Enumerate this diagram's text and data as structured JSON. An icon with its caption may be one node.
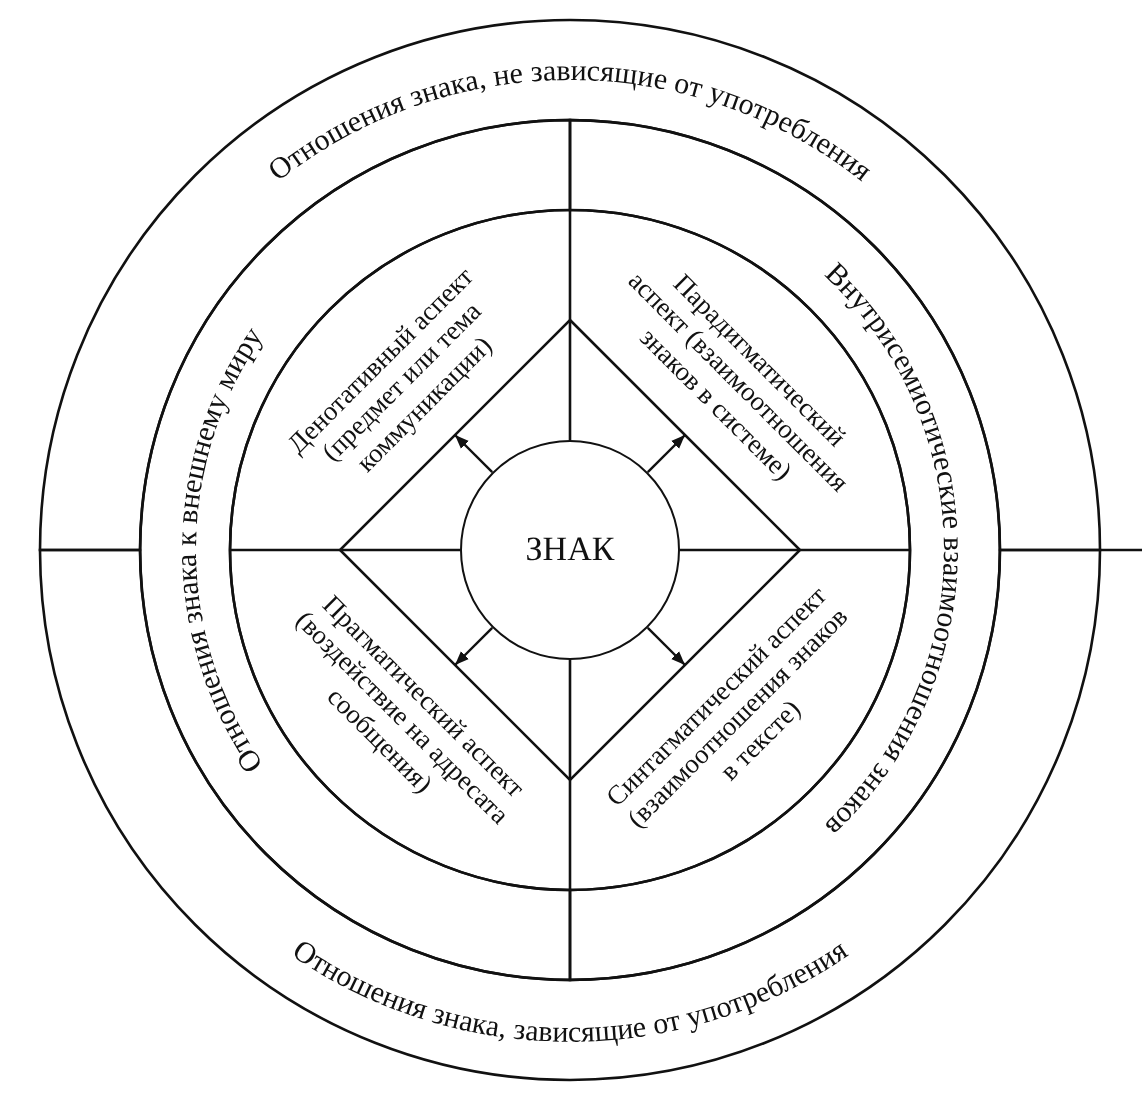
{
  "diagram": {
    "nodes": [
      {
        "text": [
          "Отношения знака, не зависящие от употребления"
        ]
      },
      {
        "text": [
          "Отношения знака к внешнему миру"
        ]
      },
      {
        "text": [
          "Внутрисемиотические взаимоотношения знаков"
        ]
      },
      {
        "text": [
          "Денотативный аспект (предмет или тема коммуникации)"
        ]
      },
      {
        "text": [
          "Парадигматический аспект (взаимоотношения знаков в системе)"
        ]
      },
      {
        "text": [
          "ЗНАК"
        ]
      },
      {
        "text": [
          "Прагматический аспект (воздействие на адресата сообщения)"
        ]
      },
      {
        "text": [
          "Синтагматический аспект (взаимоотношения знаков в тексте)"
        ]
      },
      {
        "text": [
          "Отношения знака, зависящие от употребления"
        ]
      }
    ],
    "edges": [
      {
        "from": 5,
        "to": 3,
        "arrow": "to"
      },
      {
        "from": 5,
        "to": 4,
        "arrow": "to"
      },
      {
        "from": 5,
        "to": 6,
        "arrow": "to"
      },
      {
        "from": 5,
        "to": 7,
        "arrow": "to"
      }
    ]
  }
}
